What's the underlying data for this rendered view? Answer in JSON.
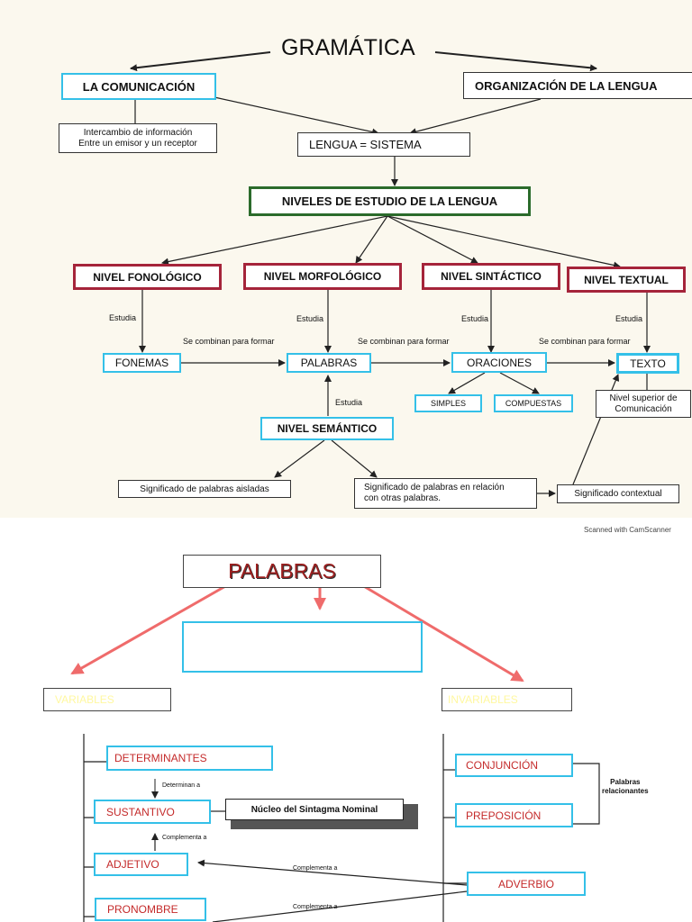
{
  "gramatica": {
    "title": "GRAMÁTICA",
    "comunicacion": "LA COMUNICACIÓN",
    "organizacion": "ORGANIZACIÓN DE LA LENGUA",
    "intercambio": [
      "Intercambio de información",
      "Entre un emisor y un receptor"
    ],
    "lengua_sistema": "LENGUA = SISTEMA",
    "niveles_estudio": "NIVELES DE ESTUDIO DE LA LENGUA",
    "nivel_fonologico": "NIVEL FONOLÓGICO",
    "nivel_morfologico": "NIVEL MORFOLÓGICO",
    "nivel_sintactico": "NIVEL SINTÁCTICO",
    "nivel_textual": "NIVEL TEXTUAL",
    "estudia": "Estudia",
    "combinan": "Se combinan para formar",
    "fonemas": "FONEMAS",
    "palabras": "PALABRAS",
    "oraciones": "ORACIONES",
    "texto": "TEXTO",
    "simples": "SIMPLES",
    "compuestas": "COMPUESTAS",
    "nivel_superior": [
      "Nivel superior de",
      "Comunicación"
    ],
    "nivel_semantico": "NIVEL SEMÁNTICO",
    "sig_aisladas": "Significado de palabras aisladas",
    "sig_relacion": [
      "Significado de palabras en relación",
      "con otras palabras."
    ],
    "sig_contextual": "Significado contextual",
    "scanned": "Scanned with CamScanner"
  },
  "palabras_diagram": {
    "title": "PALABRAS",
    "variables": "VARIABLES",
    "invariables": "INVARIABLES",
    "determinantes": "DETERMINANTES",
    "determinan_a": "Determinan a",
    "sustantivo": "SUSTANTIVO",
    "nucleo": "Núcleo del Sintagma Nominal",
    "complementa_a": "Complementa a",
    "adjetivo": "ADJETIVO",
    "pronombre": "PRONOMBRE",
    "conjuncion": "CONJUNCIÓN",
    "preposicion": "PREPOSICIÓN",
    "palabras_relacionantes": [
      "Palabras",
      "relacionantes"
    ],
    "adverbio": "ADVERBIO"
  }
}
